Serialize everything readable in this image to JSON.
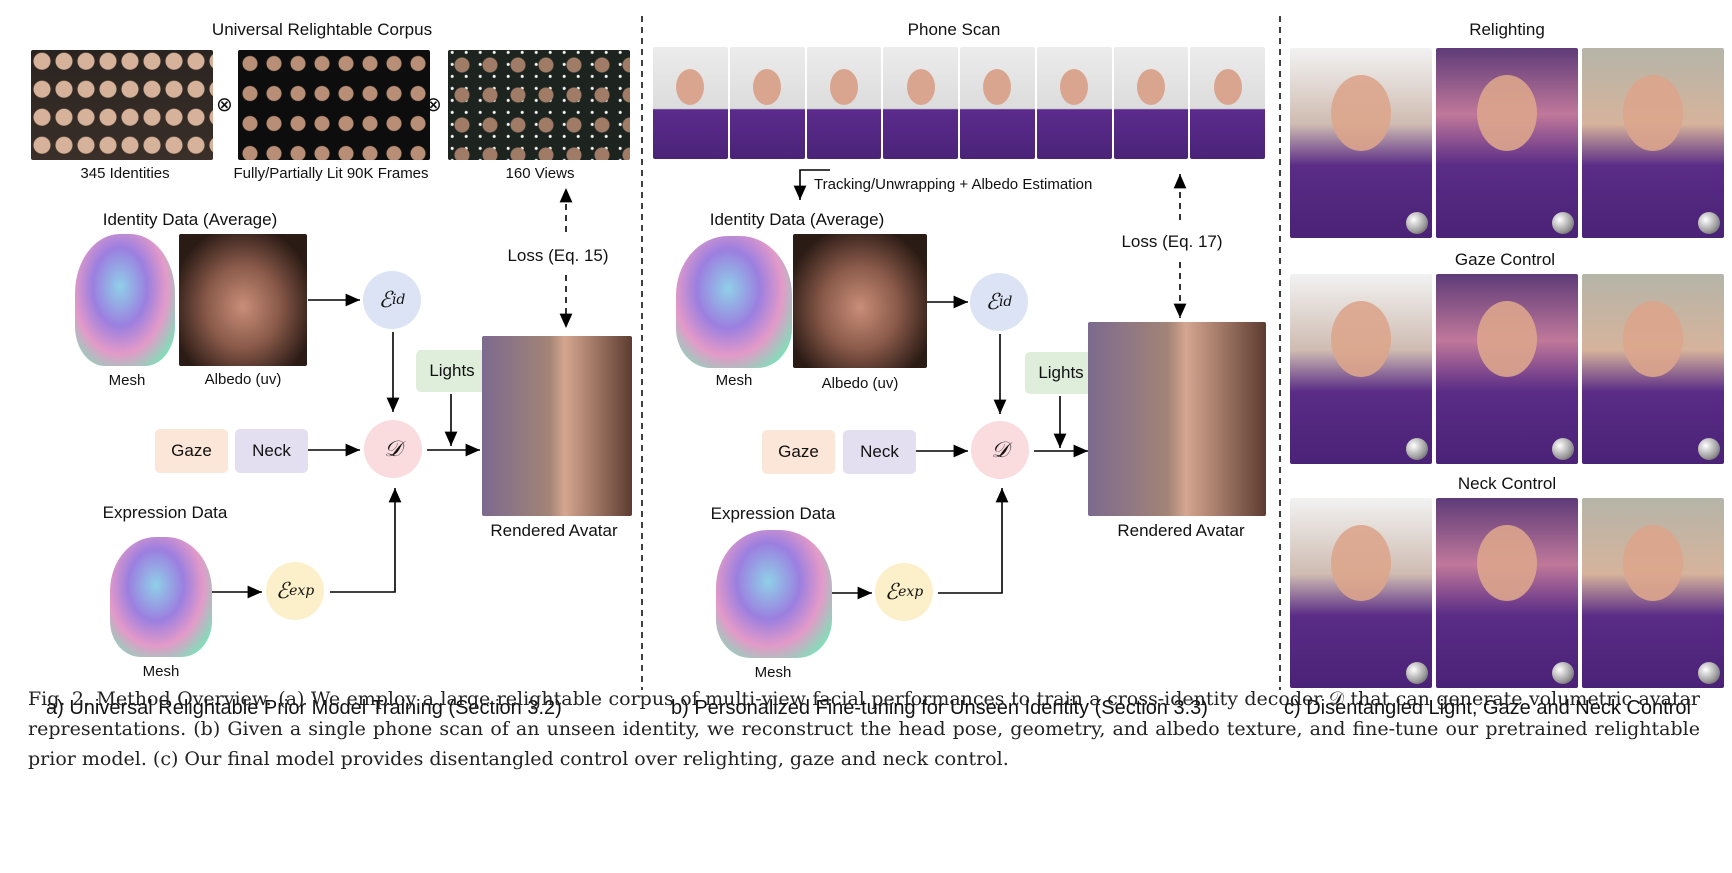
{
  "panel_a": {
    "corpus_title": "Universal Relightable Corpus",
    "identities_label": "345 Identities",
    "frames_label": "Fully/Partially Lit 90K Frames",
    "views_label": "160 Views",
    "otimes": "⊗",
    "identity_data_label": "Identity Data (Average)",
    "mesh_label": "Mesh",
    "albedo_label": "Albedo (uv)",
    "loss_label": "Loss (Eq. 15)",
    "enc_id": "ℰ",
    "enc_id_sub": "id",
    "decoder": "𝒟",
    "lights_label": "Lights",
    "gaze_label": "Gaze",
    "neck_label": "Neck",
    "expression_data_label": "Expression Data",
    "expr_mesh_label": "Mesh",
    "enc_exp": "ℰ",
    "enc_exp_sub": "exp",
    "rendered_label": "Rendered Avatar",
    "title": "a) Universal Relightable Prior Model Training (Section 3.2)"
  },
  "panel_b": {
    "phone_title": "Phone Scan",
    "tracking_label": "Tracking/Unwrapping + Albedo Estimation",
    "identity_data_label": "Identity Data (Average)",
    "mesh_label": "Mesh",
    "albedo_label": "Albedo (uv)",
    "loss_label": "Loss (Eq. 17)",
    "enc_id": "ℰ",
    "enc_id_sub": "id",
    "decoder": "𝒟",
    "lights_label": "Lights",
    "gaze_label": "Gaze",
    "neck_label": "Neck",
    "expression_data_label": "Expression Data",
    "expr_mesh_label": "Mesh",
    "enc_exp": "ℰ",
    "enc_exp_sub": "exp",
    "rendered_label": "Rendered Avatar",
    "title": "b) Personalized Fine-tuning for Unseen Identity (Section 3.3)"
  },
  "panel_c": {
    "relighting_label": "Relighting",
    "gaze_label": "Gaze Control",
    "neck_label": "Neck Control",
    "title": "c) Disentangled Light, Gaze and Neck Control"
  },
  "caption": "Fig. 2.  Method Overview. (a) We employ a large relightable corpus of multi-view facial performances to train a cross-identity decoder 𝒟 that can generate volumetric avatar representations. (b) Given a single phone scan of an unseen identity, we reconstruct the head pose, geometry, and albedo texture, and fine-tune our pretrained relightable prior model. (c) Our final model provides disentangled control over relighting, gaze and neck control."
}
